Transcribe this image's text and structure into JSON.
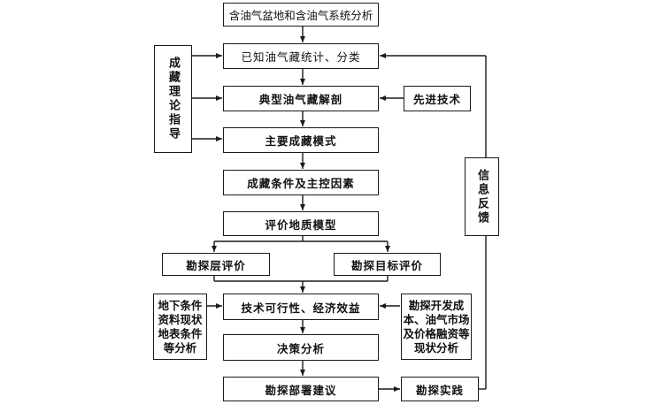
{
  "diagram": {
    "main_flow": [
      {
        "id": "basin",
        "label": "含油气盆地和含油气系统分析"
      },
      {
        "id": "known",
        "label": "已知油气藏统计、分类"
      },
      {
        "id": "typical",
        "label": "典型油气藏解剖"
      },
      {
        "id": "modes",
        "label": "主要成藏模式"
      },
      {
        "id": "conditions",
        "label": "成藏条件及主控因素"
      },
      {
        "id": "geomodel",
        "label": "评价地质模型"
      },
      {
        "id": "feasibility",
        "label": "技术可行性、经济效益"
      },
      {
        "id": "decision",
        "label": "决策分析"
      },
      {
        "id": "deploy",
        "label": "勘探部署建议"
      }
    ],
    "branches": [
      {
        "id": "layer-eval",
        "label": "勘探层评价"
      },
      {
        "id": "target-eval",
        "label": "勘探目标评价"
      }
    ],
    "side": {
      "theory": "成藏理论指导",
      "tech": "先进技术",
      "feedback": "信息反馈",
      "underground": "地下条件\n资料现状\n地表条件\n等分析",
      "cost": "勘探开发成\n本、油气市场\n及价格融资等\n现状分析",
      "practice": "勘探实践"
    }
  }
}
